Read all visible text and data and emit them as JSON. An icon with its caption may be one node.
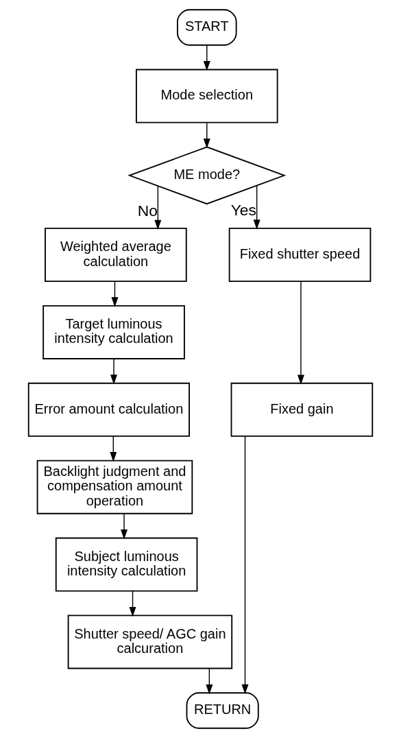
{
  "diagram": {
    "nodes": [
      {
        "text": [
          "START"
        ]
      },
      {
        "text": [
          "Mode selection"
        ]
      },
      {
        "text": [
          "ME mode?"
        ]
      },
      {
        "text": [
          "Weighted average calculation"
        ]
      },
      {
        "text": [
          "Target luminous intensity calculation"
        ]
      },
      {
        "text": [
          "Error amount calculation"
        ]
      },
      {
        "text": [
          "Backlight judgment and compensation amount operation"
        ]
      },
      {
        "text": [
          "Subject luminous intensity calculation"
        ]
      },
      {
        "text": [
          "Shutter speed/ AGC gain calcuration"
        ]
      },
      {
        "text": [
          "Fixed shutter speed"
        ]
      },
      {
        "text": [
          "Fixed gain"
        ]
      },
      {
        "text": [
          "RETURN"
        ]
      }
    ],
    "edges": [
      {
        "from": 0,
        "to": 1,
        "arrow": "to"
      },
      {
        "from": 1,
        "to": 2,
        "arrow": "to"
      },
      {
        "from": 2,
        "to": 3,
        "arrow": "to",
        "label": "No"
      },
      {
        "from": 2,
        "to": 9,
        "arrow": "to",
        "label": "Yes"
      },
      {
        "from": 3,
        "to": 4,
        "arrow": "to"
      },
      {
        "from": 4,
        "to": 5,
        "arrow": "to"
      },
      {
        "from": 5,
        "to": 6,
        "arrow": "to"
      },
      {
        "from": 6,
        "to": 7,
        "arrow": "to"
      },
      {
        "from": 7,
        "to": 8,
        "arrow": "to"
      },
      {
        "from": 8,
        "to": 11,
        "arrow": "to"
      },
      {
        "from": 9,
        "to": 10,
        "arrow": "to"
      },
      {
        "from": 10,
        "to": 11,
        "arrow": "to"
      }
    ]
  }
}
